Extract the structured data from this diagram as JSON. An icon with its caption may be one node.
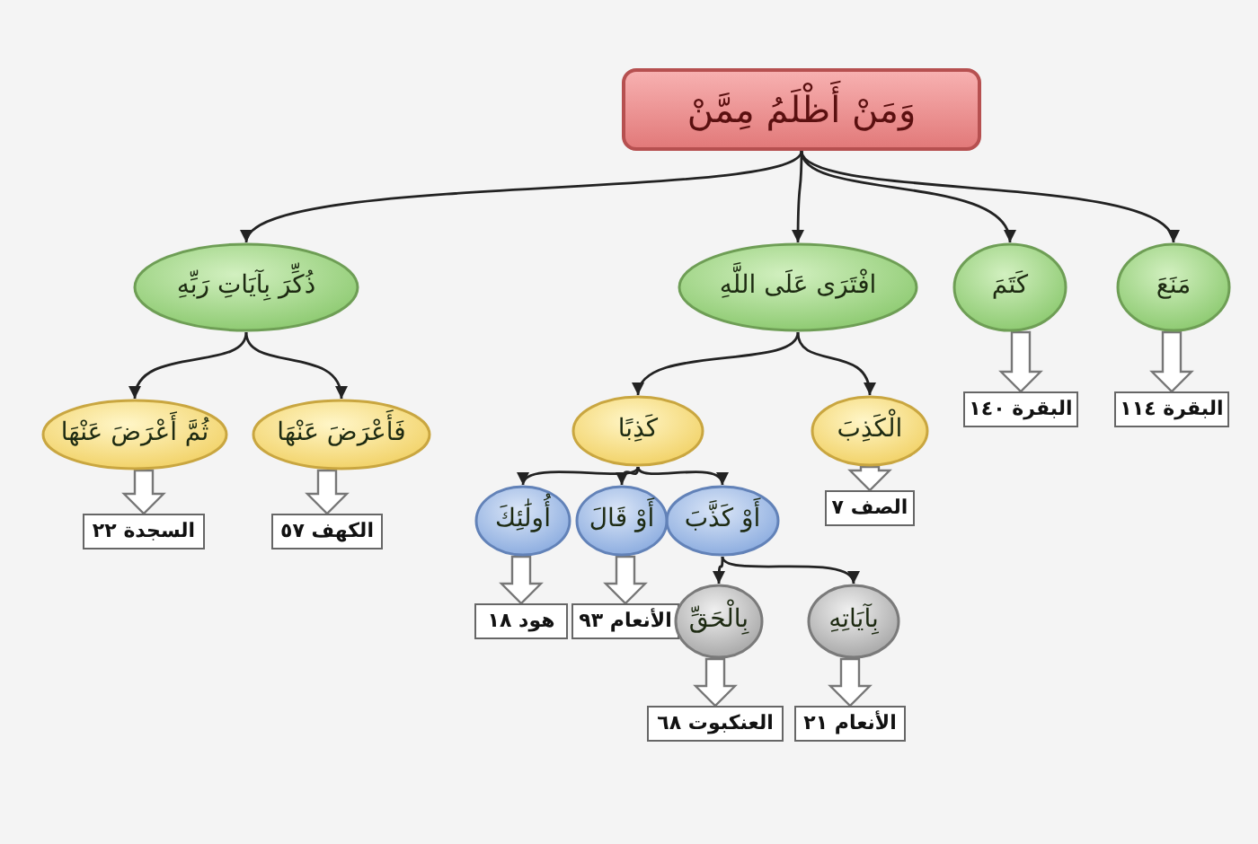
{
  "diagram": {
    "nodes": [
      {
        "text": [
          "وَمَنْ أَظْلَمُ مِمَّنْ"
        ]
      },
      {
        "text": [
          "مَنَعَ"
        ]
      },
      {
        "text": [
          "كَتَمَ"
        ]
      },
      {
        "text": [
          "افْتَرَى عَلَى اللَّهِ"
        ]
      },
      {
        "text": [
          "ذُكِّرَ بِآيَاتِ رَبِّهِ"
        ]
      },
      {
        "text": [
          "البقرة ١١٤"
        ]
      },
      {
        "text": [
          "البقرة ١٤٠"
        ]
      },
      {
        "text": [
          "الْكَذِبَ"
        ]
      },
      {
        "text": [
          "كَذِبًا"
        ]
      },
      {
        "text": [
          "فَأَعْرَضَ عَنْهَا"
        ]
      },
      {
        "text": [
          "ثُمَّ أَعْرَضَ عَنْهَا"
        ]
      },
      {
        "text": [
          "الصف ٧"
        ]
      },
      {
        "text": [
          "الكهف ٥٧"
        ]
      },
      {
        "text": [
          "السجدة ٢٢"
        ]
      },
      {
        "text": [
          "أَوْ كَذَّبَ"
        ]
      },
      {
        "text": [
          "أَوْ قَالَ"
        ]
      },
      {
        "text": [
          "أُولَٰئِكَ"
        ]
      },
      {
        "text": [
          "الأنعام ٩٣"
        ]
      },
      {
        "text": [
          "هود ١٨"
        ]
      },
      {
        "text": [
          "بِآيَاتِهِ"
        ]
      },
      {
        "text": [
          "بِالْحَقِّ"
        ]
      },
      {
        "text": [
          "الأنعام ٢١"
        ]
      },
      {
        "text": [
          "العنكبوت ٦٨"
        ]
      }
    ],
    "edges": [
      {
        "from": 0,
        "to": 1,
        "arrow": "to"
      },
      {
        "from": 0,
        "to": 2,
        "arrow": "to"
      },
      {
        "from": 0,
        "to": 3,
        "arrow": "to"
      },
      {
        "from": 0,
        "to": 4,
        "arrow": "to"
      },
      {
        "from": 1,
        "to": 5,
        "arrow": "to",
        "style": "thick"
      },
      {
        "from": 2,
        "to": 6,
        "arrow": "to",
        "style": "thick"
      },
      {
        "from": 3,
        "to": 7,
        "arrow": "to"
      },
      {
        "from": 3,
        "to": 8,
        "arrow": "to"
      },
      {
        "from": 4,
        "to": 9,
        "arrow": "to"
      },
      {
        "from": 4,
        "to": 10,
        "arrow": "to"
      },
      {
        "from": 7,
        "to": 11,
        "arrow": "to",
        "style": "thick"
      },
      {
        "from": 9,
        "to": 12,
        "arrow": "to",
        "style": "thick"
      },
      {
        "from": 10,
        "to": 13,
        "arrow": "to",
        "style": "thick"
      },
      {
        "from": 8,
        "to": 14,
        "arrow": "to"
      },
      {
        "from": 8,
        "to": 15,
        "arrow": "to"
      },
      {
        "from": 8,
        "to": 16,
        "arrow": "to"
      },
      {
        "from": 15,
        "to": 17,
        "arrow": "to",
        "style": "thick"
      },
      {
        "from": 16,
        "to": 18,
        "arrow": "to",
        "style": "thick"
      },
      {
        "from": 14,
        "to": 19,
        "arrow": "to"
      },
      {
        "from": 14,
        "to": 20,
        "arrow": "to"
      },
      {
        "from": 19,
        "to": 21,
        "arrow": "to",
        "style": "thick"
      },
      {
        "from": 20,
        "to": 22,
        "arrow": "to",
        "style": "thick"
      }
    ]
  }
}
